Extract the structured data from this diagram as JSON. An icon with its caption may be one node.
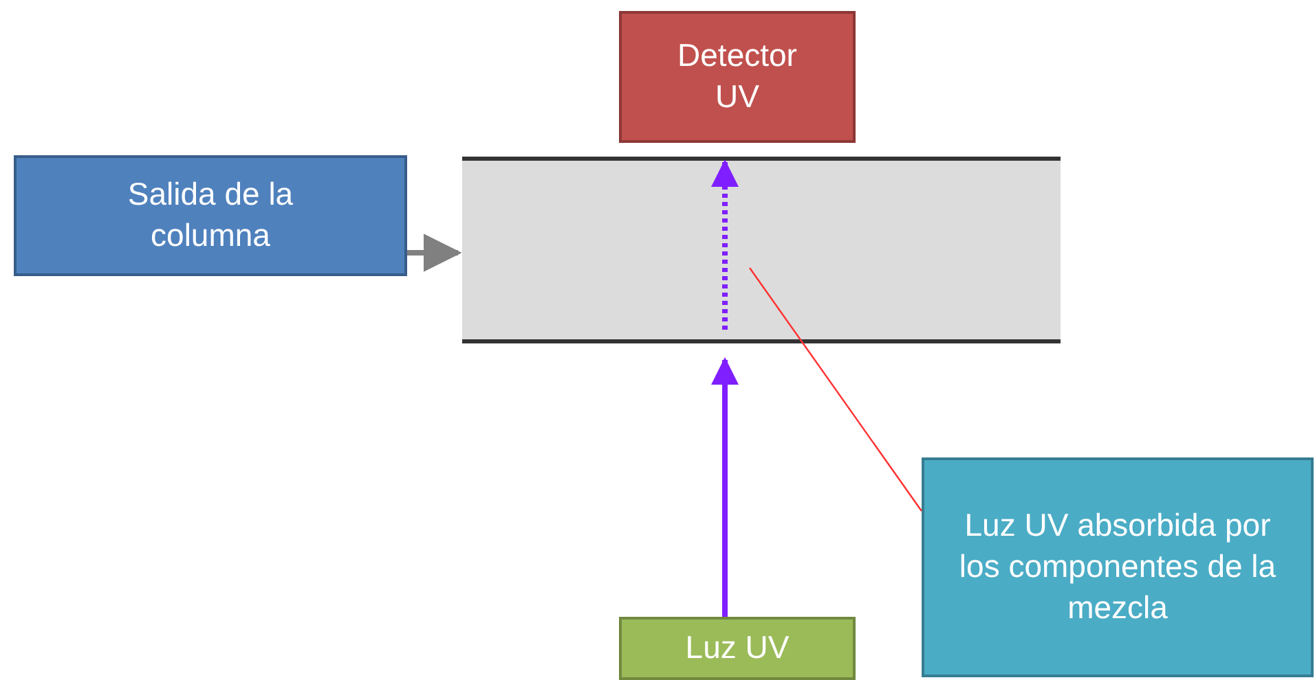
{
  "diagram": {
    "nodes": [
      {
        "text": [
          "Detector UV"
        ]
      },
      {
        "text": [
          "Salida de la columna"
        ]
      },
      {
        "text": [],
        "shape": "box"
      },
      {
        "text": [
          "Luz UV"
        ]
      },
      {
        "text": [
          "Luz UV absorbida por los componentes de la mezcla"
        ]
      }
    ],
    "edges": [
      {
        "from": 1,
        "to": 2,
        "arrow": "to",
        "color": "#808080"
      },
      {
        "from": 3,
        "to": 2,
        "arrow": "to",
        "color": "#7f1fff"
      },
      {
        "from": 2,
        "to": 0,
        "arrow": "to",
        "style": "dashed",
        "color": "#7f1fff"
      },
      {
        "from": 4,
        "to": 2,
        "arrow": "none",
        "color": "#ff3030"
      }
    ]
  }
}
